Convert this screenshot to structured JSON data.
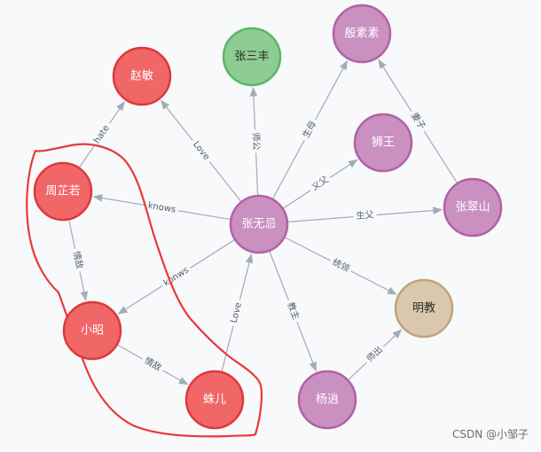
{
  "graph": {
    "nodes": [
      {
        "id": "zhaomin",
        "label": "赵敏",
        "color": "#f16667",
        "border": "#dc3a3a",
        "text_color": "#ffffff"
      },
      {
        "id": "zhangsanfeng",
        "label": "张三丰",
        "color": "#8dcc93",
        "border": "#5db665",
        "text_color": "#2a2a2a"
      },
      {
        "id": "yinsusu",
        "label": "殷素素",
        "color": "#c990c0",
        "border": "#b261a5",
        "text_color": "#ffffff"
      },
      {
        "id": "shiwang",
        "label": "狮王",
        "color": "#c990c0",
        "border": "#b261a5",
        "text_color": "#ffffff"
      },
      {
        "id": "zhoizhiruo",
        "label": "周芷若",
        "color": "#f16667",
        "border": "#dc3a3a",
        "text_color": "#ffffff"
      },
      {
        "id": "zhangwuji",
        "label": "张无忌",
        "color": "#c990c0",
        "border": "#b261a5",
        "text_color": "#ffffff"
      },
      {
        "id": "zhangcuishan",
        "label": "张翠山",
        "color": "#c990c0",
        "border": "#b261a5",
        "text_color": "#ffffff"
      },
      {
        "id": "xiaozhao",
        "label": "小昭",
        "color": "#f16667",
        "border": "#dc3a3a",
        "text_color": "#ffffff"
      },
      {
        "id": "mingjiao",
        "label": "明教",
        "color": "#d9c8ae",
        "border": "#c0a378",
        "text_color": "#2a2a2a"
      },
      {
        "id": "zhuer",
        "label": "蛛儿",
        "color": "#f16667",
        "border": "#dc3a3a",
        "text_color": "#ffffff"
      },
      {
        "id": "yangxiao",
        "label": "杨逍",
        "color": "#c990c0",
        "border": "#b261a5",
        "text_color": "#ffffff"
      }
    ],
    "edges": [
      {
        "from": "zhangwuji",
        "to": "zhaomin",
        "label": "Love"
      },
      {
        "from": "zhangwuji",
        "to": "zhangsanfeng",
        "label": "师公"
      },
      {
        "from": "zhangwuji",
        "to": "yinsusu",
        "label": "生母"
      },
      {
        "from": "zhangwuji",
        "to": "shiwang",
        "label": "义父"
      },
      {
        "from": "zhangwuji",
        "to": "zhangcuishan",
        "label": "生父"
      },
      {
        "from": "zhangwuji",
        "to": "zhoizhiruo",
        "label": "knows"
      },
      {
        "from": "zhangwuji",
        "to": "xiaozhao",
        "label": "konws"
      },
      {
        "from": "zhangwuji",
        "to": "mingjiao",
        "label": "统领"
      },
      {
        "from": "zhangwuji",
        "to": "yangxiao",
        "label": "教主"
      },
      {
        "from": "zhangcuishan",
        "to": "yinsusu",
        "label": "妻子"
      },
      {
        "from": "zhoizhiruo",
        "to": "zhaomin",
        "label": "hate"
      },
      {
        "from": "zhoizhiruo",
        "to": "xiaozhao",
        "label": "情敌"
      },
      {
        "from": "xiaozhao",
        "to": "zhuer",
        "label": "情敌"
      },
      {
        "from": "zhuer",
        "to": "zhangwuji",
        "label": "Love"
      },
      {
        "from": "yangxiao",
        "to": "mingjiao",
        "label": "师出"
      }
    ]
  },
  "annotation": {
    "stroke_color": "#e83a3a"
  },
  "watermark": "CSDN @小邹子"
}
